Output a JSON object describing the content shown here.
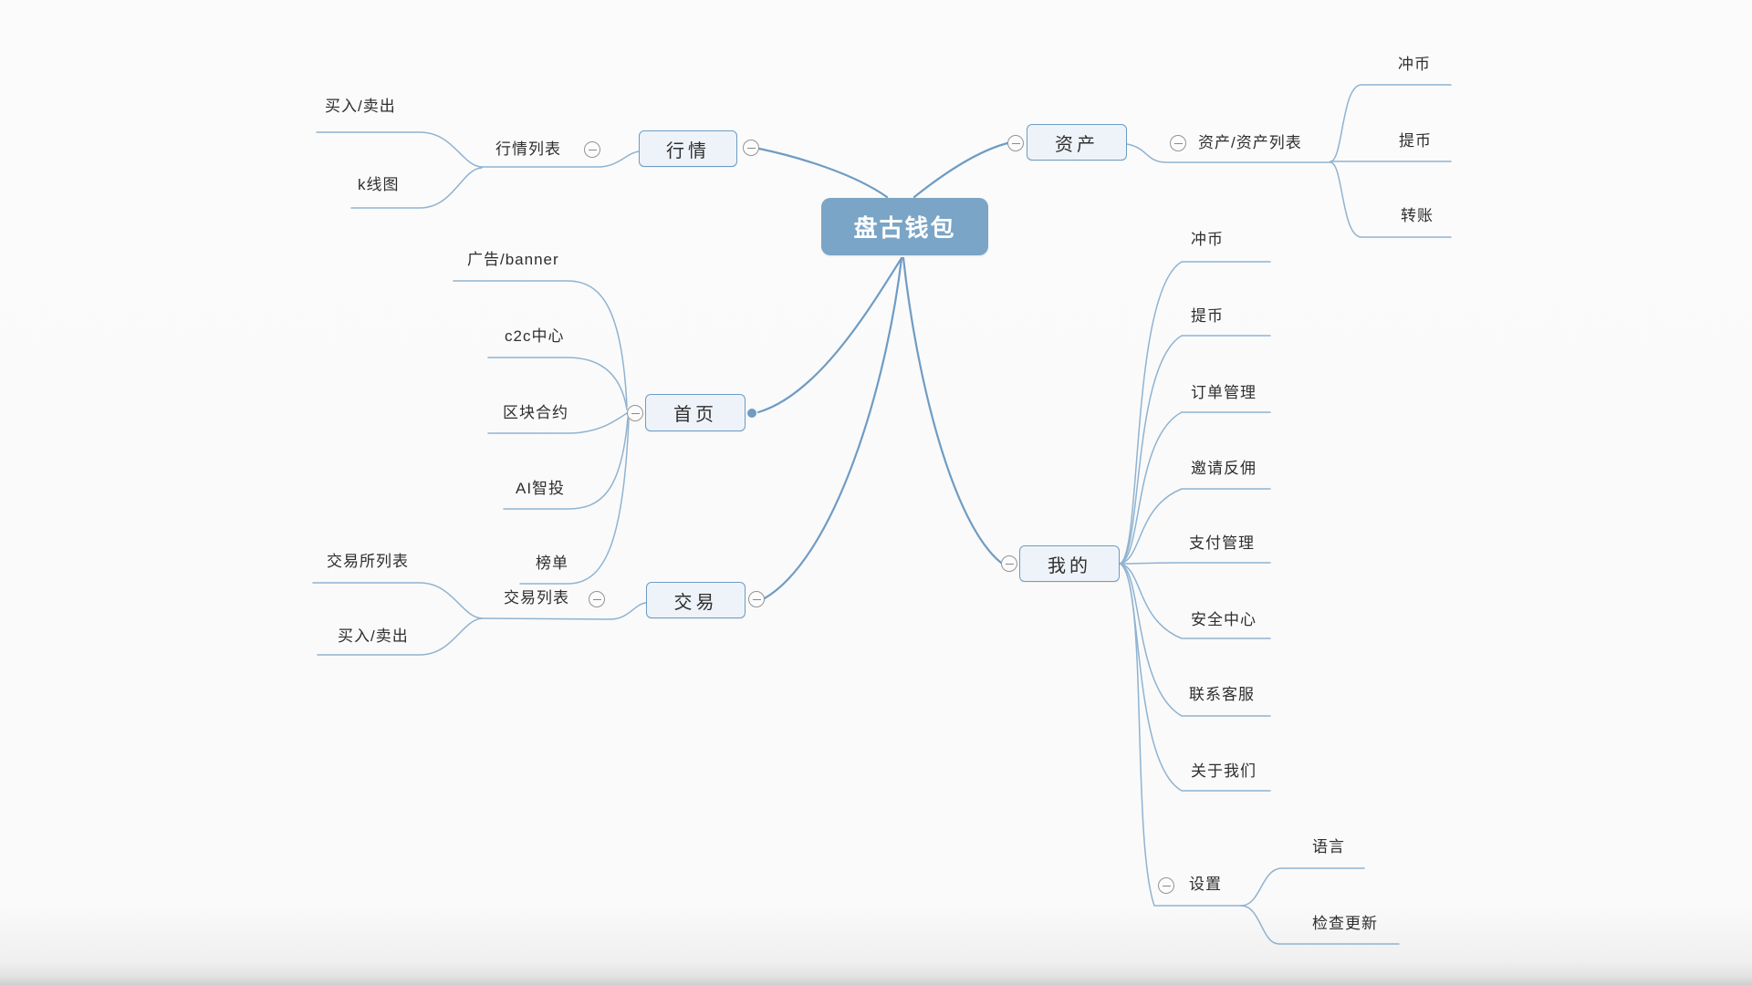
{
  "mindmap": {
    "root": {
      "label": "盘古钱包"
    },
    "branches": [
      {
        "label": "行情",
        "children": [
          {
            "label": "行情列表",
            "children": [
              {
                "label": "买入/卖出"
              },
              {
                "label": "k线图"
              }
            ]
          }
        ]
      },
      {
        "label": "资产",
        "children": [
          {
            "label": "资产/资产列表",
            "children": [
              {
                "label": "冲币"
              },
              {
                "label": "提币"
              },
              {
                "label": "转账"
              }
            ]
          }
        ]
      },
      {
        "label": "首页",
        "children": [
          {
            "label": "广告/banner"
          },
          {
            "label": "c2c中心"
          },
          {
            "label": "区块合约"
          },
          {
            "label": "AI智投"
          },
          {
            "label": "榜单"
          }
        ]
      },
      {
        "label": "交易",
        "children": [
          {
            "label": "交易列表",
            "children": [
              {
                "label": "交易所列表"
              },
              {
                "label": "买入/卖出"
              }
            ]
          }
        ]
      },
      {
        "label": "我的",
        "children": [
          {
            "label": "冲币"
          },
          {
            "label": "提币"
          },
          {
            "label": "订单管理"
          },
          {
            "label": "邀请反佣"
          },
          {
            "label": "支付管理"
          },
          {
            "label": "安全中心"
          },
          {
            "label": "联系客服"
          },
          {
            "label": "关于我们"
          },
          {
            "label": "设置",
            "children": [
              {
                "label": "语言"
              },
              {
                "label": "检查更新"
              }
            ]
          }
        ]
      }
    ],
    "colors": {
      "root_fill": "#7aa5c6",
      "node_fill": "#eef3f9",
      "node_border": "#6d9cc4",
      "branch_line": "#6f9cc3",
      "leaf_line": "#8fb3d1"
    }
  }
}
